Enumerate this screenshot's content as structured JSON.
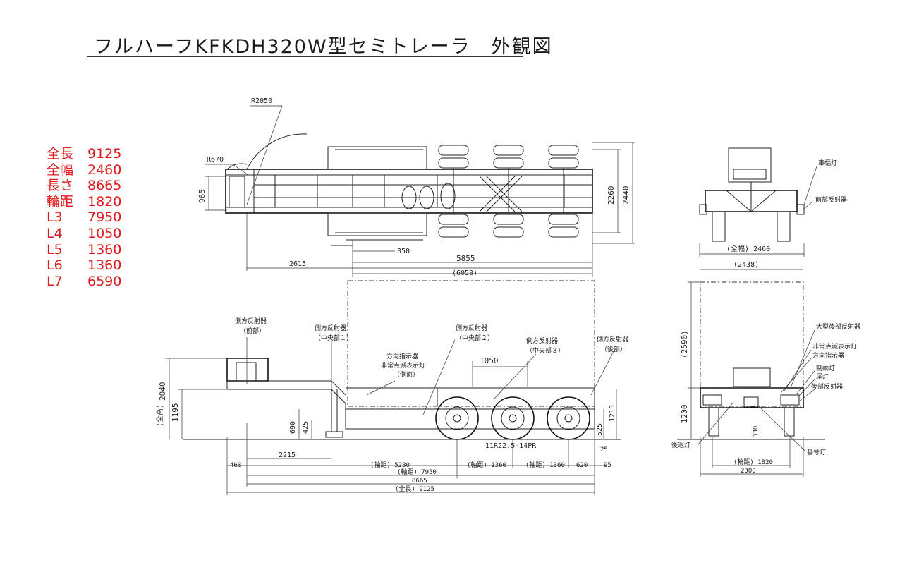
{
  "title": "フルハーフKFKDH320W型セミトレーラ　外観図",
  "specs": [
    {
      "key": "全長",
      "value": "9125"
    },
    {
      "key": "全幅",
      "value": "2460"
    },
    {
      "key": "長さ",
      "value": "8665"
    },
    {
      "key": "輪距",
      "value": "1820"
    },
    {
      "key": "L3",
      "value": "7950"
    },
    {
      "key": "L4",
      "value": "1050"
    },
    {
      "key": "L5",
      "value": "1360"
    },
    {
      "key": "L6",
      "value": "1360"
    },
    {
      "key": "L7",
      "value": "6590"
    }
  ],
  "colors": {
    "spec_text": "#e01a1a",
    "line": "#222222"
  },
  "top_view": {
    "r_large": "R2050",
    "r_small": "R670",
    "dim_left": "965",
    "dim_right_inner": "2260",
    "dim_right_outer": "2440",
    "dim_350": "350",
    "dim_5855": "5855",
    "dim_2615": "2615",
    "dim_6058": "(6058)"
  },
  "side_view": {
    "reflector_front_a": "側方反射器",
    "reflector_front_b": "（前部）",
    "reflector_center1_a": "側方反射器",
    "reflector_center1_b": "（中央部１）",
    "reflector_center2_a": "側方反射器",
    "reflector_center2_b": "（中央部２）",
    "reflector_center3_a": "側方反射器",
    "reflector_center3_b": "（中央部３）",
    "reflector_rear_a": "側方反射器",
    "reflector_rear_b": "（後部）",
    "turn_a": "方向指示器",
    "turn_b": "非常点滅表示灯",
    "turn_c": "（側面）",
    "dim_1050": "1050",
    "dim_2040": "2040",
    "dim_1195": "1195",
    "dim_total_height": "(全高)",
    "dim_690": "690",
    "dim_425": "425",
    "dim_1215": "1215",
    "dim_525": "525",
    "dim_25": "25",
    "dim_2215": "2215",
    "tire": "11R22.5-14PR",
    "dim_460": "460",
    "dim_wb1": "(軸距) 5230",
    "dim_wb2": "(軸距) 1360",
    "dim_wb3": "(軸距) 1360",
    "dim_620": "620",
    "dim_95": "95",
    "dim_7950": "(軸距) 7950",
    "dim_8665": "8665",
    "dim_9125": "(全長) 9125"
  },
  "front_view": {
    "clearance_lamp": "車幅灯",
    "front_reflector": "前部反射器",
    "width": "(全幅) 2460"
  },
  "rear_view": {
    "width_2438": "(2438)",
    "height_2590": "(2590)",
    "height_1200": "1200",
    "dim_330": "330",
    "large_rear_reflector": "大型後部反射器",
    "hazard": "非常点滅表示灯",
    "turn": "方向指示器",
    "brake": "制動灯",
    "tail": "尾灯",
    "rear_reflector": "後部反射器",
    "reverse": "後退灯",
    "plate": "番号灯",
    "track": "(輪距) 1820",
    "width_2300": "2300"
  }
}
